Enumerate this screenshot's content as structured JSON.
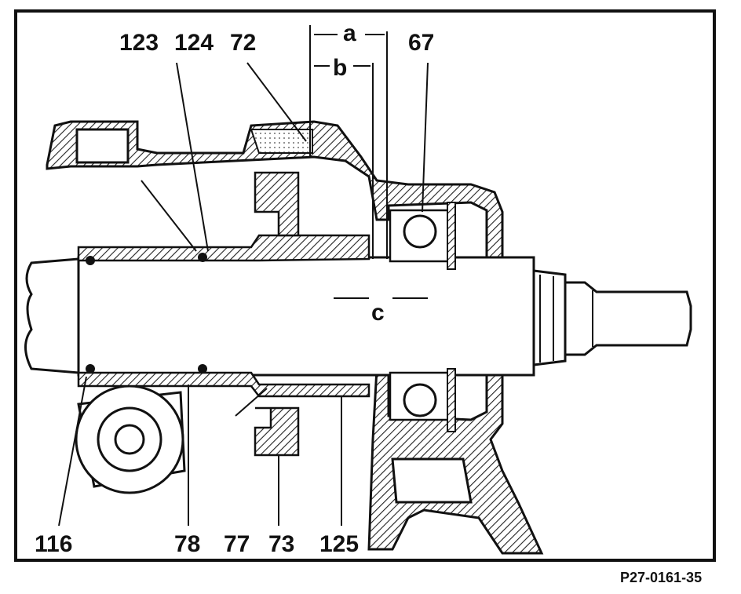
{
  "figure": {
    "reference": "P27-0161-35",
    "callouts_top": [
      "123",
      "124",
      "72",
      "67"
    ],
    "callouts_bottom": [
      "116",
      "78",
      "77",
      "73",
      "125"
    ],
    "dimensions": [
      "a",
      "b",
      "c"
    ]
  },
  "colors": {
    "ink": "#111111",
    "background": "#ffffff",
    "hatch": "#222222"
  }
}
